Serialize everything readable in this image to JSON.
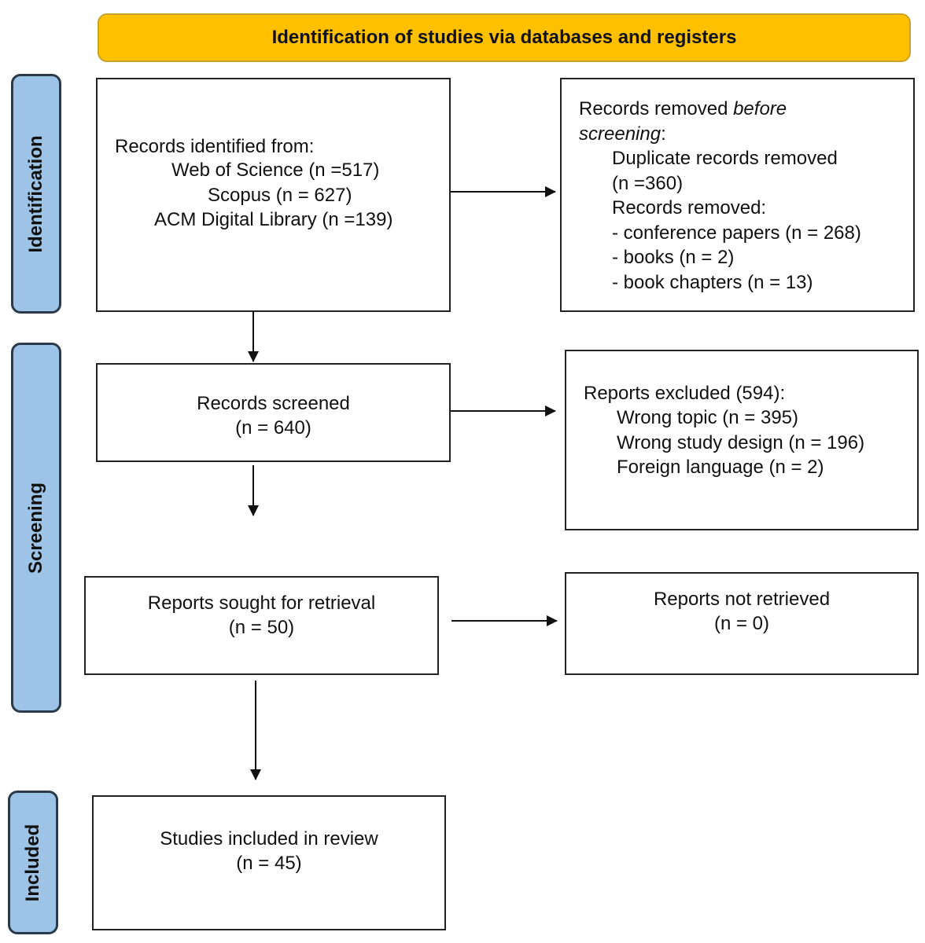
{
  "header": {
    "title": "Identification of studies via databases and registers"
  },
  "colors": {
    "header": "#FFC000",
    "phase": "#9DC3E6"
  },
  "phases": {
    "identification": "Identification",
    "screening": "Screening",
    "included": "Included"
  },
  "identified": {
    "title": "Records identified from:",
    "sources": [
      "Web of Science (n =517)",
      "Scopus (n = 627)",
      "ACM Digital Library (n =139)"
    ]
  },
  "removed": {
    "title_prefix": "Records removed ",
    "title_italic": "before",
    "title_italic2": "screening",
    "title_suffix": ":",
    "duplicates": "Duplicate records removed",
    "duplicates_n": "(n =360)",
    "records_removed": "Records removed:",
    "items": [
      "- conference papers (n = 268)",
      "- books (n = 2)",
      "- book chapters (n = 13)"
    ]
  },
  "screened": {
    "title": "Records screened",
    "n": "(n = 640)"
  },
  "excluded": {
    "title": "Reports excluded (594):",
    "items": [
      "Wrong topic (n = 395)",
      "Wrong study design (n = 196)",
      "Foreign language (n = 2)"
    ]
  },
  "sought": {
    "title": "Reports sought for retrieval",
    "n": "(n = 50)"
  },
  "not_retrieved": {
    "title": "Reports not retrieved",
    "n": "(n = 0)"
  },
  "included": {
    "title": "Studies included in review",
    "n": "(n = 45)"
  }
}
